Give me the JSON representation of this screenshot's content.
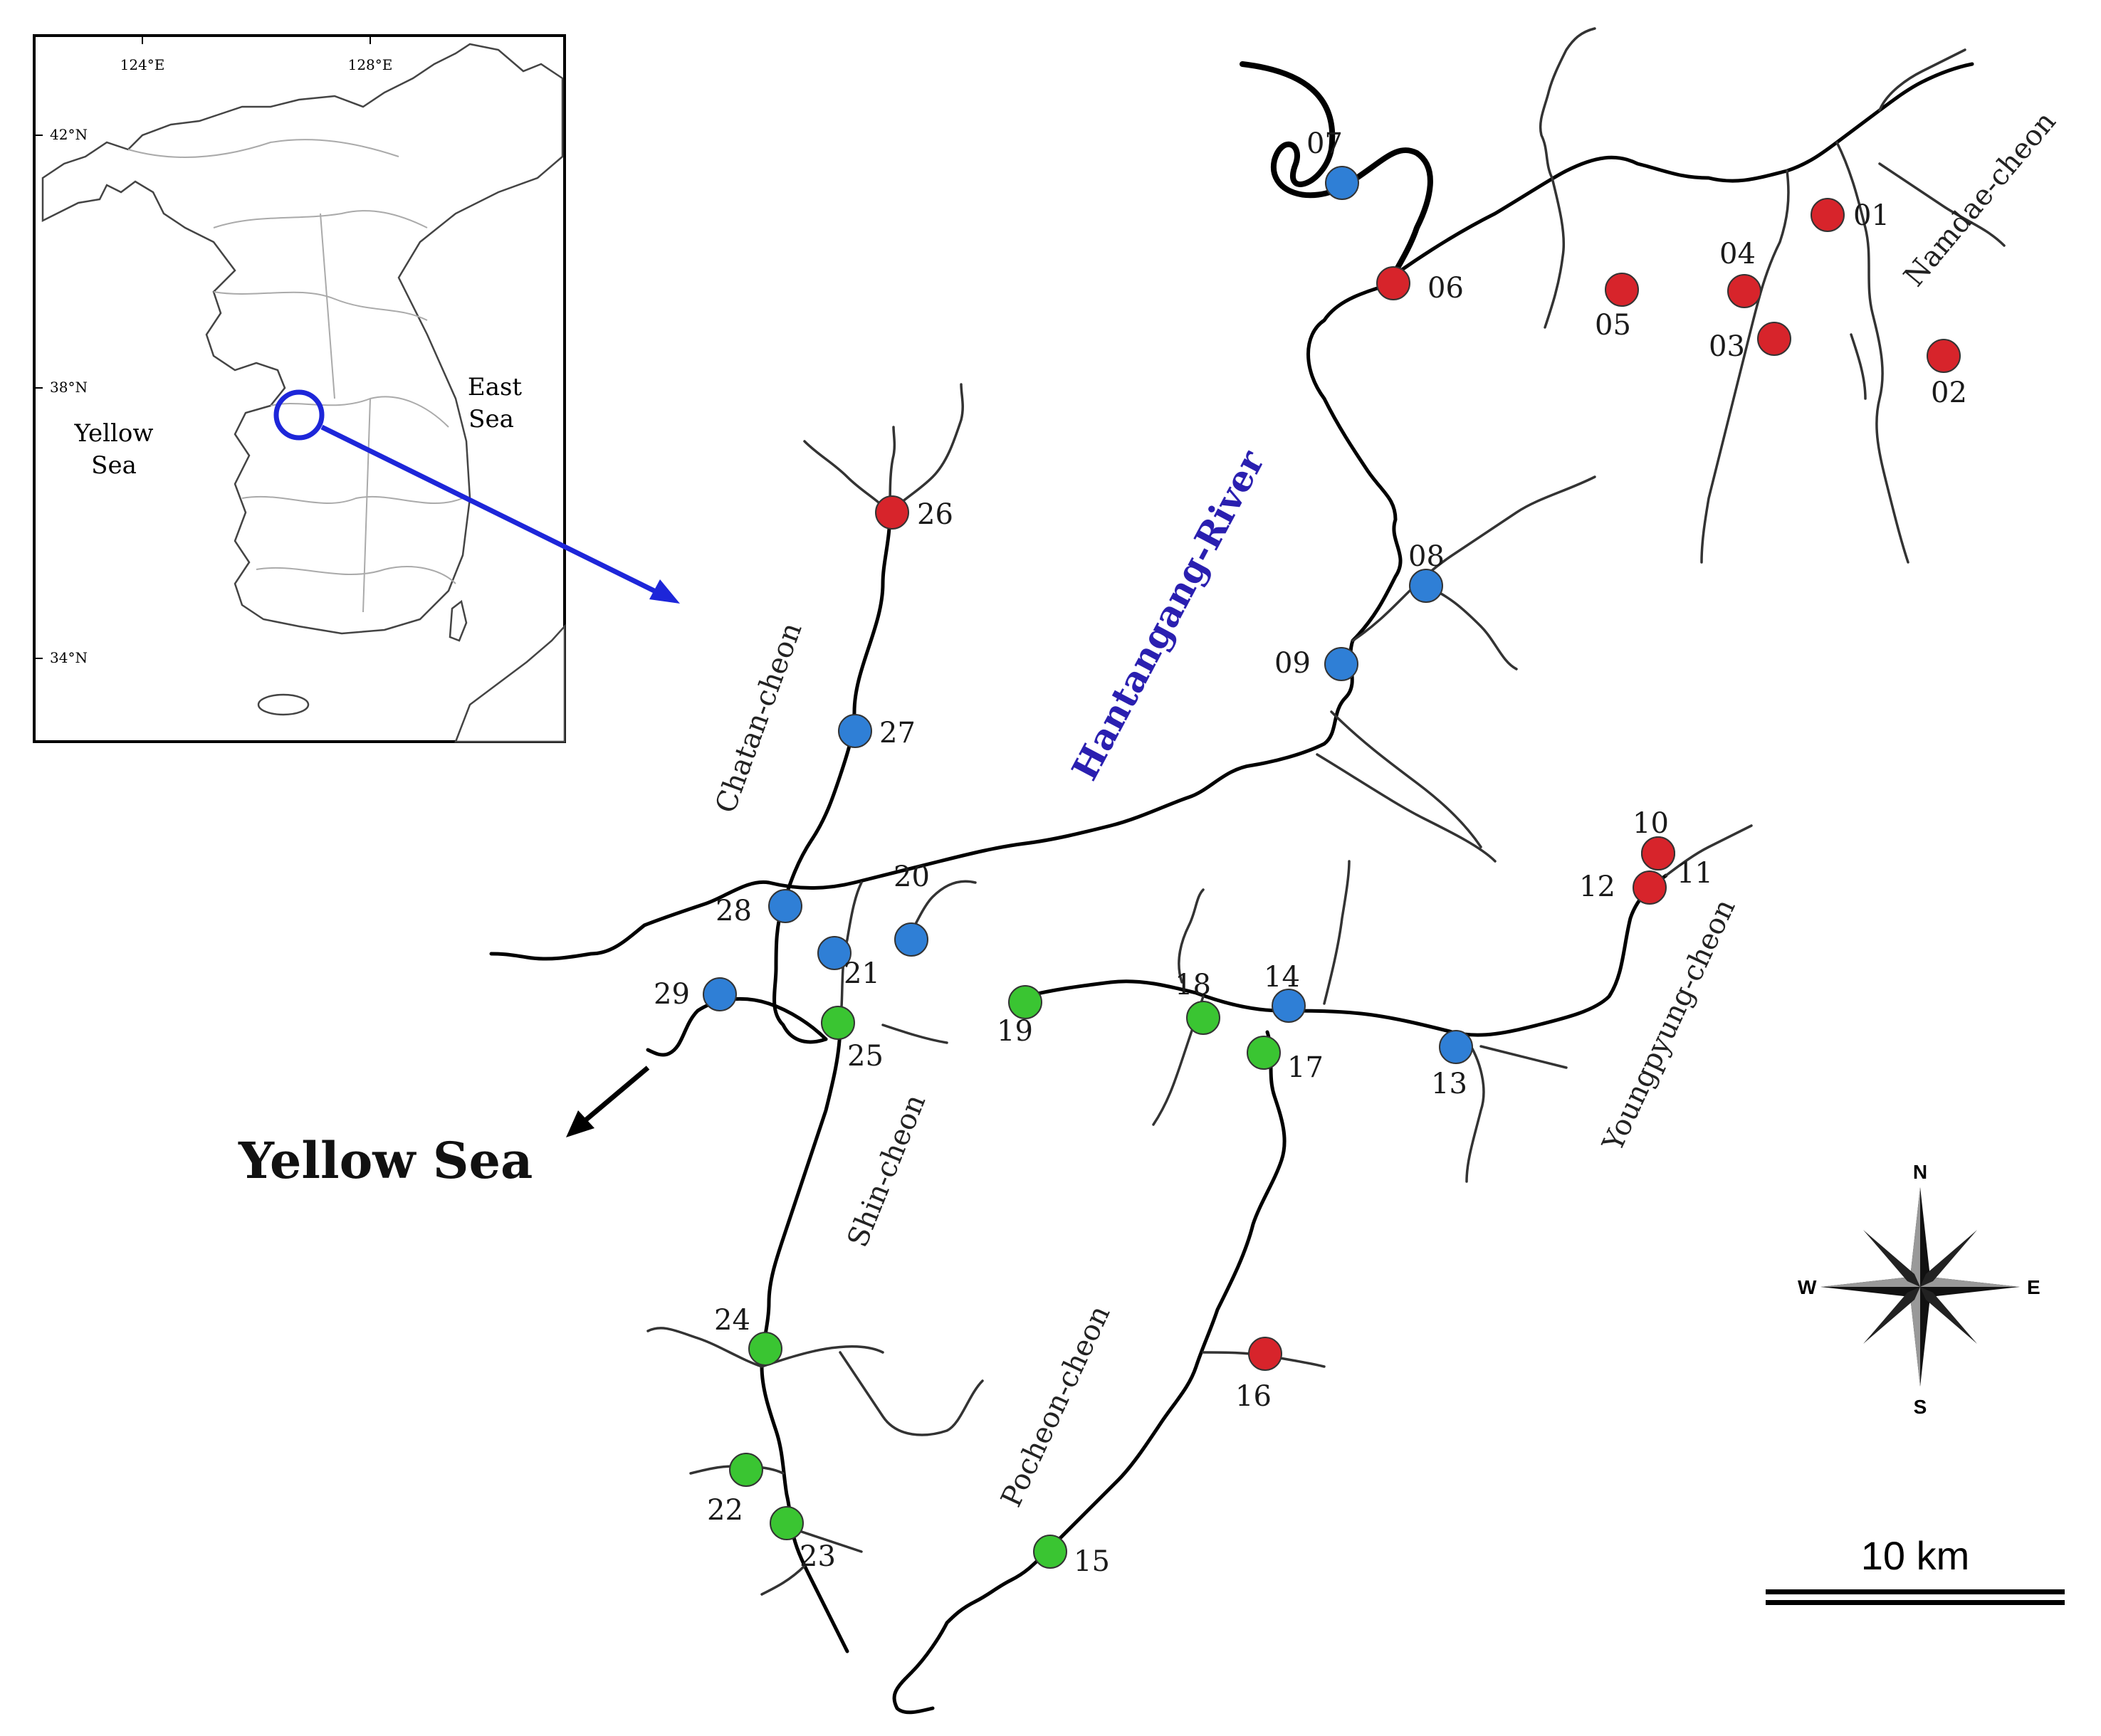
{
  "inset": {
    "lon_labels": [
      "124°E",
      "128°E"
    ],
    "lat_labels": [
      "42°N",
      "38°N",
      "34°N"
    ],
    "yellow_sea_label": "Yellow\nSea",
    "east_sea_label": "East\nSea"
  },
  "main_labels": {
    "hantangang": "Hantangang-River",
    "yellow_sea": "Yellow Sea",
    "namdae": "Namdae-cheon",
    "chatan": "Chatan-cheon",
    "shin": "Shin-cheon",
    "pocheon": "Pocheon-cheon",
    "youngpyung": "Youngpyung-cheon"
  },
  "compass": {
    "n": "N",
    "s": "S",
    "e": "E",
    "w": "W"
  },
  "scale_bar": {
    "label": "10 km"
  },
  "colors": {
    "red": "#d7242b",
    "blue": "#2f7fd6",
    "green": "#3ac532",
    "hantangang_label": "#2a1fb0",
    "arrow_inset": "#1d26d9"
  },
  "sites": [
    {
      "id": "01",
      "color": "red"
    },
    {
      "id": "02",
      "color": "red"
    },
    {
      "id": "03",
      "color": "red"
    },
    {
      "id": "04",
      "color": "red"
    },
    {
      "id": "05",
      "color": "red"
    },
    {
      "id": "06",
      "color": "red"
    },
    {
      "id": "07",
      "color": "blue"
    },
    {
      "id": "08",
      "color": "blue"
    },
    {
      "id": "09",
      "color": "blue"
    },
    {
      "id": "10",
      "color": "red"
    },
    {
      "id": "11",
      "color": "red"
    },
    {
      "id": "12",
      "color": "red"
    },
    {
      "id": "13",
      "color": "blue"
    },
    {
      "id": "14",
      "color": "blue"
    },
    {
      "id": "15",
      "color": "green"
    },
    {
      "id": "16",
      "color": "red"
    },
    {
      "id": "17",
      "color": "green"
    },
    {
      "id": "18",
      "color": "green"
    },
    {
      "id": "19",
      "color": "green"
    },
    {
      "id": "20",
      "color": "blue"
    },
    {
      "id": "21",
      "color": "blue"
    },
    {
      "id": "22",
      "color": "green"
    },
    {
      "id": "23",
      "color": "green"
    },
    {
      "id": "24",
      "color": "green"
    },
    {
      "id": "25",
      "color": "green"
    },
    {
      "id": "26",
      "color": "red"
    },
    {
      "id": "27",
      "color": "blue"
    },
    {
      "id": "28",
      "color": "blue"
    },
    {
      "id": "29",
      "color": "blue"
    }
  ]
}
